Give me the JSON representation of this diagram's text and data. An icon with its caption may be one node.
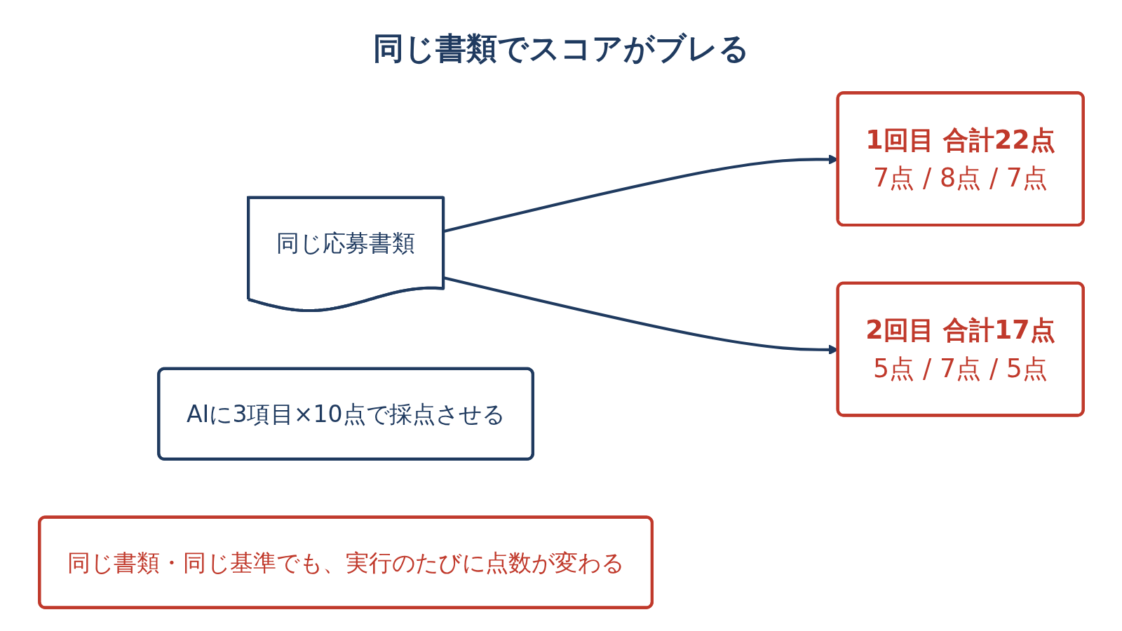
{
  "diagram": {
    "title": "同じ書類でスコアがブレる",
    "nodes": [
      {
        "text": [
          "同じ応募書類"
        ]
      },
      {
        "text": [
          "AIに3項目×10点で採点させる"
        ]
      },
      {
        "text": [
          "1回目 合計22点",
          "7点 / 8点 / 7点"
        ]
      },
      {
        "text": [
          "2回目 合計17点",
          "5点 / 7点 / 5点"
        ]
      },
      {
        "text": [
          "同じ書類・同じ基準でも、実行のたびに点数が変わる"
        ]
      }
    ],
    "edges": [
      {
        "from": 0,
        "to": 2,
        "arrow": "to"
      },
      {
        "from": 0,
        "to": 3,
        "arrow": "to"
      }
    ]
  }
}
